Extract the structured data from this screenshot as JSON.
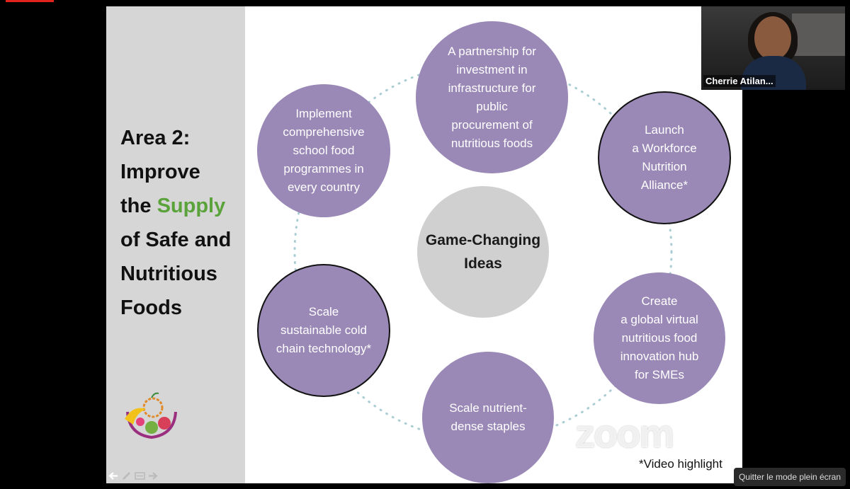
{
  "slide": {
    "title_lines": [
      "Area 2:",
      "Improve",
      "the",
      "Supply",
      "of Safe and",
      "Nutritious",
      "Foods"
    ],
    "center": "Game-Changing\nIdeas",
    "ideas": [
      "A partnership for\ninvestment in\ninfrastructure for\npublic\nprocurement of\nnutritious foods",
      "Launch\na Workforce\nNutrition\nAlliance*",
      "Create\na global virtual\nnutritious food\ninnovation hub\nfor SMEs",
      "Scale nutrient-\ndense staples",
      "Scale\nsustainable cold\nchain technology*",
      "Implement\ncomprehensive\nschool food\nprogrammes in\nevery country"
    ],
    "footnote": "*Video highlight"
  },
  "watermark": "zoom",
  "participant": {
    "name": "Cherrie Atilan..."
  },
  "exit_fullscreen_label": "Quitter le mode plein écran",
  "colors": {
    "circle": "#9a88b6",
    "center": "#d0d0d0",
    "supply_green": "#5aa33b",
    "side_panel": "#d6d6d6"
  },
  "icons": [
    "back-arrow-icon",
    "pen-icon",
    "slides-grid-icon",
    "forward-arrow-icon"
  ]
}
